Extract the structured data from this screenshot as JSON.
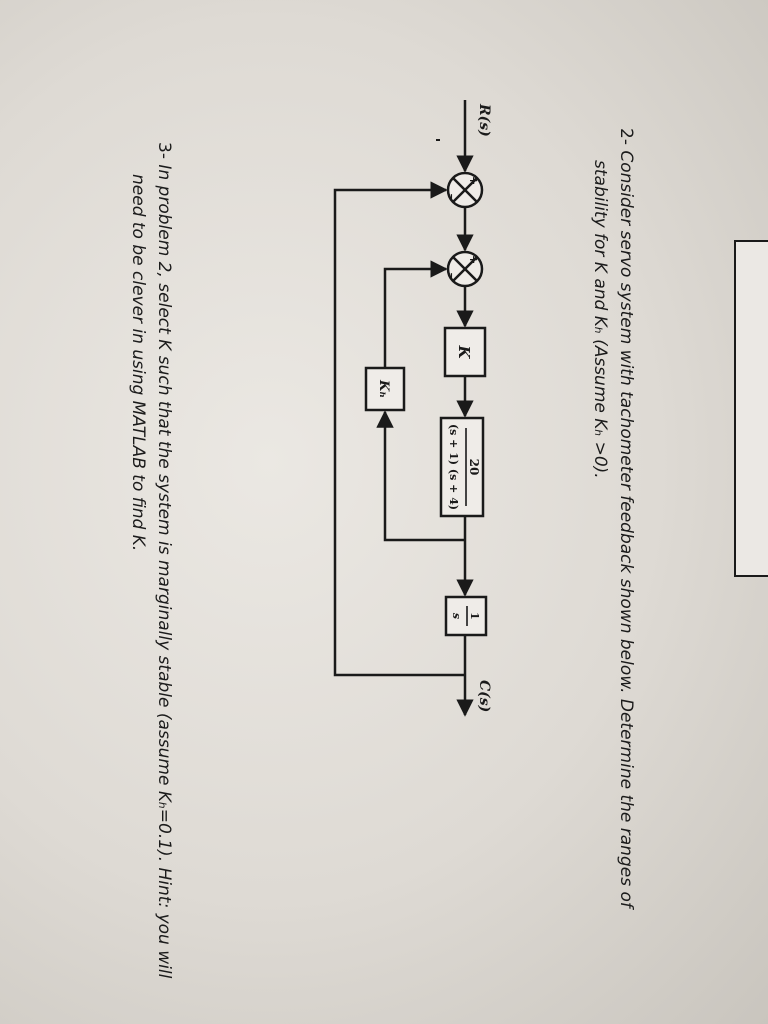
{
  "problem2": {
    "number": "2-",
    "line1": "Consider servo system with tachometer feedback shown below. Determine the ranges of",
    "line2": "stability for K and Kₕ (Assume Kₕ >0)."
  },
  "diagram": {
    "input_label": "R(s)",
    "output_label": "C(s)",
    "plus_sign": "+",
    "minus_sign": "−",
    "gain_block": "K",
    "plant_numerator": "20",
    "plant_denominator": "(s + 1) (s + 4)",
    "integrator_numerator": "1",
    "integrator_denominator": "s",
    "tachometer_block": "Kₕ"
  },
  "problem3": {
    "number": "3-",
    "line1": "In problem 2, select K such that the system is marginally stable (assume Kₕ=0.1). Hint: you will",
    "line2": "need to be clever in using MATLAB to find K."
  }
}
